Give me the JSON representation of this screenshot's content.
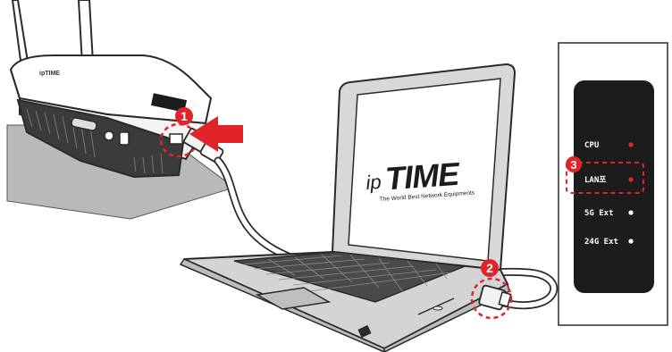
{
  "brand": {
    "logo_prefix": "ip",
    "logo_main": "TIME",
    "tagline": "The World Best Network Equipments",
    "router_logo": "ipTIME"
  },
  "steps": [
    {
      "number": "1"
    },
    {
      "number": "2"
    },
    {
      "number": "3"
    }
  ],
  "status_panel": {
    "leds": [
      {
        "label": "CPU",
        "led_color": "#e0242a"
      },
      {
        "label": "LAN포",
        "led_color": "#e0242a"
      },
      {
        "label": "5G Ext",
        "led_color": "#ffffff"
      },
      {
        "label": "24G Ext",
        "led_color": "#ffffff"
      }
    ]
  },
  "colors": {
    "accent_red": "#e0242a",
    "panel_dark": "#1c1c1c",
    "outline": "#2a2a2a",
    "laptop_gray": "#cfcfcf"
  }
}
